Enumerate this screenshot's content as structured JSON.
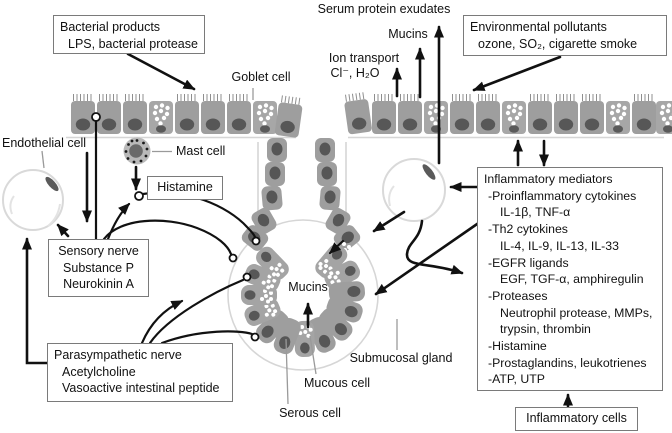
{
  "figure": {
    "boxes": {
      "bacterial_products": {
        "line1": "Bacterial products",
        "line2": "LPS, bacterial protease"
      },
      "environmental_pollutants": {
        "line1": "Environmental pollutants",
        "line2": "ozone, SO₂, cigarette smoke"
      },
      "histamine": {
        "label": "Histamine"
      },
      "sensory_nerve": {
        "line1": "Sensory nerve",
        "line2": "Substance P",
        "line3": "Neurokinin A"
      },
      "parasympathetic_nerve": {
        "line1": "Parasympathetic nerve",
        "line2": "Acetylcholine",
        "line3": "Vasoactive intestinal peptide"
      },
      "inflammatory_mediators": {
        "title": "Inflammatory mediators",
        "items": [
          "-Proinflammatory cytokines",
          "IL-1β, TNF-α",
          "-Th2 cytokines",
          "IL-4, IL-9, IL-13, IL-33",
          "-EGFR ligands",
          "EGF, TGF-α, amphiregulin",
          "-Proteases",
          "Neutrophil protease, MMPs,",
          "trypsin, thrombin",
          "-Histamine",
          "-Prostaglandins, leukotrienes",
          "-ATP, UTP"
        ]
      },
      "inflammatory_cells": {
        "label": "Inflammatory cells"
      }
    },
    "labels": {
      "serum_protein_exudates": "Serum protein exudates",
      "mucins_top": "Mucins",
      "ion_transport": "Ion transport",
      "ion_species": "Cl⁻, H₂O",
      "goblet_cell": "Goblet cell",
      "endothelial_cell": "Endothelial cell",
      "mast_cell": "Mast cell",
      "mucins_gland": "Mucins",
      "submucosal_gland": "Submucosal gland",
      "mucous_cell": "Mucous cell",
      "serous_cell": "Serous cell"
    },
    "colors": {
      "background": "#ffffff",
      "cell_body": "#9e9e9e",
      "nucleus": "#575757",
      "faint_outline": "#dcdcdc",
      "box_border": "#7a7a7a",
      "ink": "#111111"
    }
  }
}
